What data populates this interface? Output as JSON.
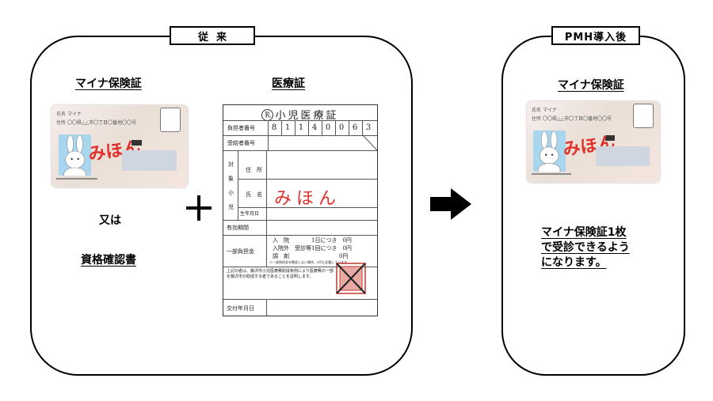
{
  "left_panel": {
    "tab": "従来",
    "mynacard_heading": "マイナ保険証",
    "medical_cert_heading": "医療証",
    "or_label": "又は",
    "qualification_label": "資格確認書"
  },
  "right_panel": {
    "tab": "PMH導入後",
    "mynacard_heading": "マイナ保険証",
    "description_lines": [
      "マイナ保険証1枚",
      "で受診できるよう",
      "になります。"
    ]
  },
  "card": {
    "stamp": "みほん",
    "name_label": "氏名",
    "name_value": "マイナ",
    "address_label": "住所",
    "address_value": "〇〇県△△市〇丁目〇番地〇〇号"
  },
  "certificate": {
    "mark": "乳",
    "title": "小児医療証",
    "payer_number_label": "負担者番号",
    "payer_number_digits": [
      "8",
      "1",
      "1",
      "4",
      "0",
      "0",
      "6",
      "3"
    ],
    "recipient_number_label": "受給者番号",
    "target_label": [
      "対",
      "象",
      "小",
      "児"
    ],
    "address_label": "住　所",
    "name_label": "氏　名",
    "dob_label": "生年月日",
    "name_stamp": "みほん",
    "validity_label": "有効期間",
    "copay_label": "一部負担金",
    "copay_lines": [
      "入　院　　　　1日につき　0円",
      "入院外　受診等1回につき　0円",
      "調　剤　　　　　　　　　0円"
    ],
    "copay_note": "※一部負担金を徴収しない場合、0円と記載しています。",
    "statement": "上記の者は、藤沢市小児医療費助成条例により医療費の一部を藤沢市が助成する者であることを証明します。",
    "issue_date_label": "交付年月日"
  },
  "colors": {
    "stamp_red": "#e0302a",
    "photo_blue": "#a9d6ef"
  }
}
